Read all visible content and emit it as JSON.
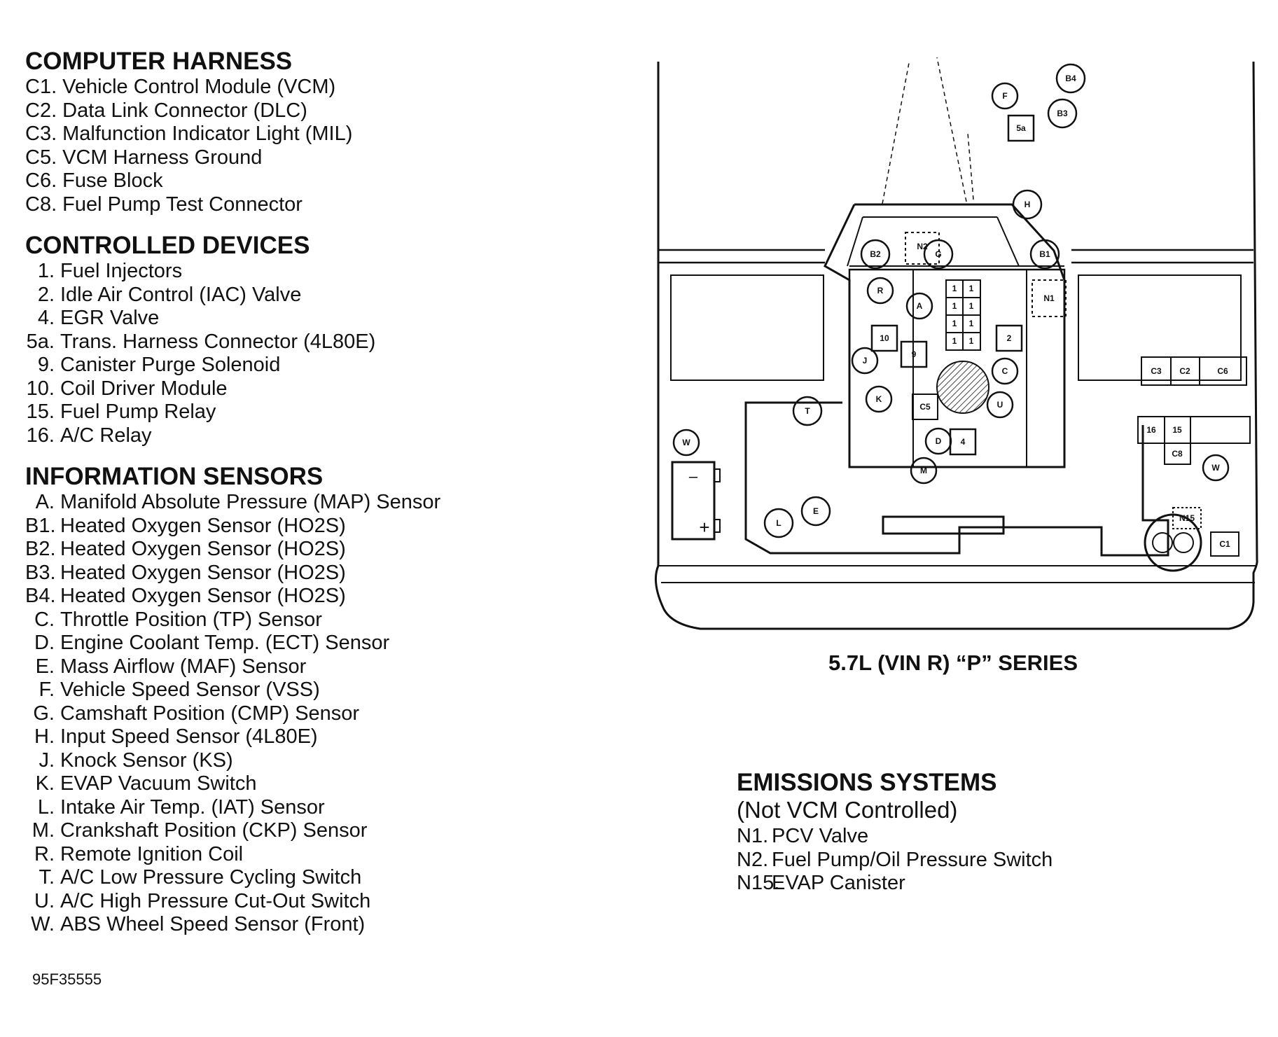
{
  "computer_harness": {
    "title": "COMPUTER HARNESS",
    "items": [
      {
        "code": "C1.",
        "label": "Vehicle Control Module (VCM)"
      },
      {
        "code": "C2.",
        "label": "Data Link Connector (DLC)"
      },
      {
        "code": "C3.",
        "label": "Malfunction Indicator Light (MIL)"
      },
      {
        "code": "C5.",
        "label": "VCM Harness Ground"
      },
      {
        "code": "C6.",
        "label": "Fuse Block"
      },
      {
        "code": "C8.",
        "label": "Fuel Pump Test Connector"
      }
    ]
  },
  "controlled_devices": {
    "title": "CONTROLLED DEVICES",
    "items": [
      {
        "code": "1.",
        "label": "Fuel Injectors"
      },
      {
        "code": "2.",
        "label": "Idle Air Control (IAC) Valve"
      },
      {
        "code": "4.",
        "label": "EGR Valve"
      },
      {
        "code": "5a.",
        "label": "Trans. Harness Connector (4L80E)"
      },
      {
        "code": "9.",
        "label": "Canister Purge Solenoid"
      },
      {
        "code": "10.",
        "label": "Coil Driver Module"
      },
      {
        "code": "15.",
        "label": "Fuel Pump Relay"
      },
      {
        "code": "16.",
        "label": "A/C Relay"
      }
    ]
  },
  "information_sensors": {
    "title": "INFORMATION SENSORS",
    "items": [
      {
        "code": "A.",
        "label": "Manifold Absolute Pressure (MAP) Sensor"
      },
      {
        "code": "B1.",
        "label": "Heated Oxygen Sensor (HO2S)"
      },
      {
        "code": "B2.",
        "label": "Heated Oxygen Sensor (HO2S)"
      },
      {
        "code": "B3.",
        "label": "Heated Oxygen Sensor (HO2S)"
      },
      {
        "code": "B4.",
        "label": "Heated Oxygen Sensor (HO2S)"
      },
      {
        "code": "C.",
        "label": "Throttle Position (TP) Sensor"
      },
      {
        "code": "D.",
        "label": "Engine Coolant Temp. (ECT) Sensor"
      },
      {
        "code": "E.",
        "label": "Mass Airflow (MAF) Sensor"
      },
      {
        "code": "F.",
        "label": "Vehicle Speed Sensor (VSS)"
      },
      {
        "code": "G.",
        "label": "Camshaft Position (CMP) Sensor"
      },
      {
        "code": "H.",
        "label": "Input Speed Sensor (4L80E)"
      },
      {
        "code": "J.",
        "label": "Knock Sensor (KS)"
      },
      {
        "code": "K.",
        "label": "EVAP Vacuum Switch"
      },
      {
        "code": "L.",
        "label": "Intake Air Temp. (IAT) Sensor"
      },
      {
        "code": "M.",
        "label": "Crankshaft Position (CKP) Sensor"
      },
      {
        "code": "R.",
        "label": "Remote Ignition Coil"
      },
      {
        "code": "T.",
        "label": "A/C Low Pressure Cycling Switch"
      },
      {
        "code": "U.",
        "label": "A/C High Pressure Cut-Out Switch"
      },
      {
        "code": "W.",
        "label": "ABS Wheel Speed Sensor (Front)"
      }
    ]
  },
  "emissions_systems": {
    "title": "EMISSIONS SYSTEMS",
    "subtitle": "(Not VCM Controlled)",
    "items": [
      {
        "code": "N1.",
        "label": "PCV Valve"
      },
      {
        "code": "N2.",
        "label": "Fuel Pump/Oil Pressure Switch"
      },
      {
        "code": "N15.",
        "label": "EVAP Canister"
      }
    ]
  },
  "diagram": {
    "caption": "5.7L (VIN R) “P” SERIES",
    "labels": {
      "B4": "B4",
      "B3": "B3",
      "F": "F",
      "5a": "5a",
      "H": "H",
      "B2": "B2",
      "G": "G",
      "N2": "N2",
      "B1": "B1",
      "R": "R",
      "A": "A",
      "N1": "N1",
      "10": "10",
      "2": "2",
      "J": "J",
      "9": "9",
      "C": "C",
      "K": "K",
      "C5": "C5",
      "U": "U",
      "T": "T",
      "D": "D",
      "4": "4",
      "M": "M",
      "W_left": "W",
      "W_right": "W",
      "L": "L",
      "E": "E",
      "C3": "C3",
      "C2": "C2",
      "C6": "C6",
      "16": "16",
      "15": "15",
      "C8": "C8",
      "N15": "N15",
      "C1": "C1",
      "one": "1",
      "minus": "–",
      "plus": "+"
    }
  },
  "figure_id": "95F35555"
}
